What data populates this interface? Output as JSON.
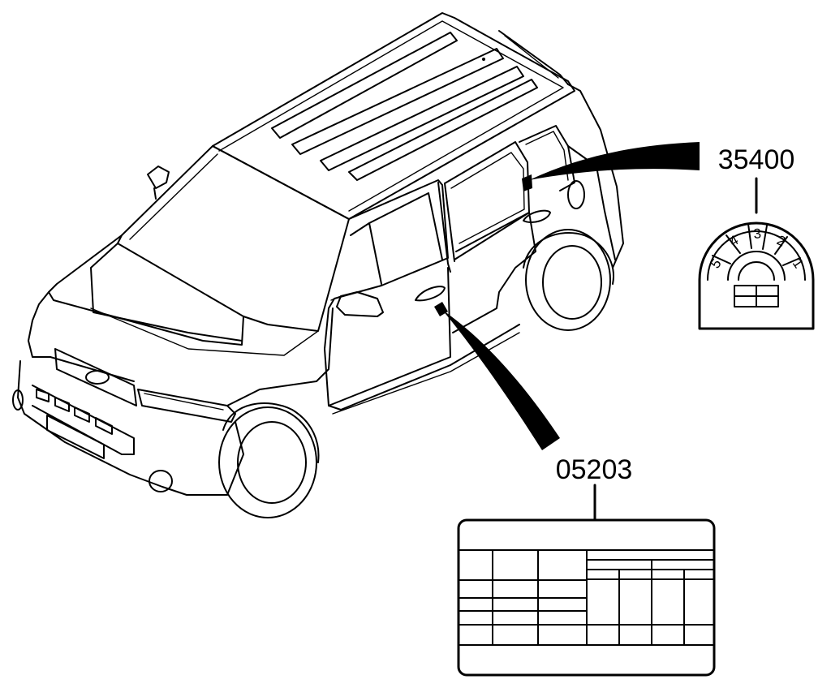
{
  "callouts": {
    "tire_pressure_label": "35400",
    "certification_label": "05203"
  },
  "dial": {
    "numbers": [
      "5",
      "4",
      "3",
      "2",
      "1"
    ]
  }
}
